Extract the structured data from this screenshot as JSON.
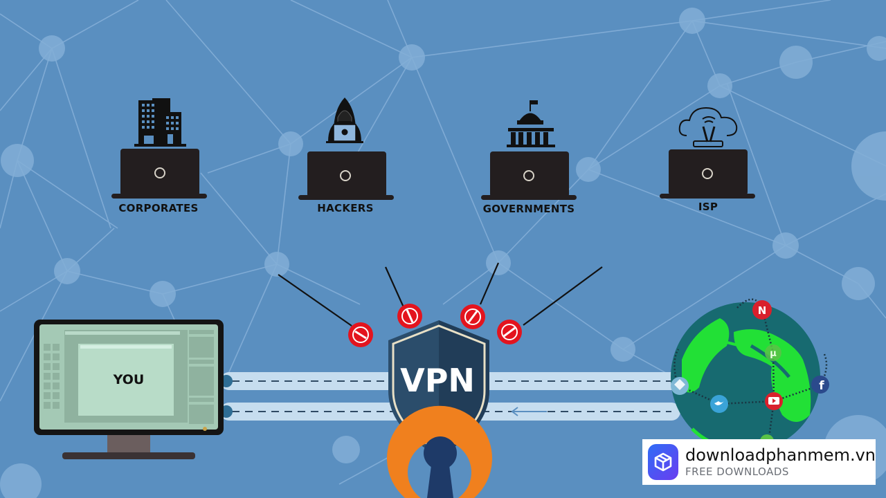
{
  "threats": [
    {
      "label": "CORPORATES",
      "icon": "office-building-icon"
    },
    {
      "label": "HACKERS",
      "icon": "hooded-hacker-icon"
    },
    {
      "label": "GOVERNMENTS",
      "icon": "government-capitol-icon"
    },
    {
      "label": "ISP",
      "icon": "cloud-router-icon"
    }
  ],
  "user_computer": {
    "screen_label": "YOU"
  },
  "vpn_shield": {
    "label": "VPN"
  },
  "globe": {
    "services": [
      "netflix",
      "utorrent",
      "facebook",
      "youtube",
      "twitter",
      "kodi",
      "android"
    ]
  },
  "colors": {
    "background": "#5a8fc0",
    "block_red": "#e3141e",
    "shield_dark": "#2a4a66",
    "openvpn_orange": "#f0801e",
    "globe_ocean": "#176a70",
    "globe_land": "#22e036"
  },
  "watermark": {
    "title": "downloadphanmem.vn",
    "subtitle": "FREE DOWNLOADS"
  }
}
